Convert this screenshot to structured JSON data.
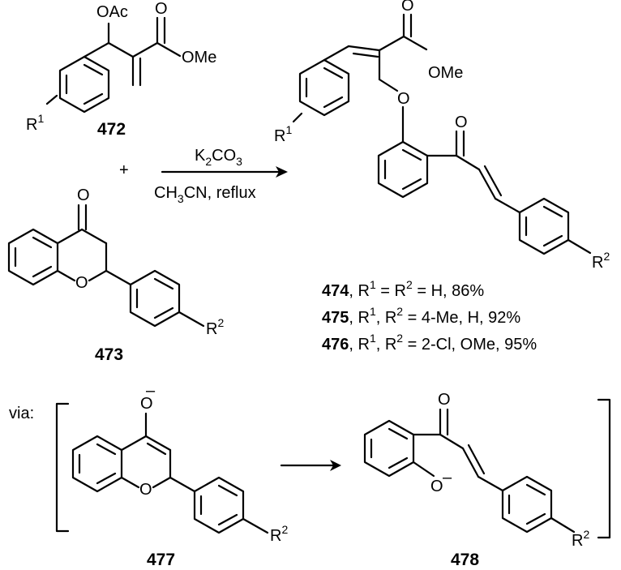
{
  "reagents": {
    "base": "K2CO3",
    "conditions": "CH3CN, reflux",
    "plus": "+"
  },
  "compounds": {
    "c472": {
      "id": "472",
      "groups": {
        "acetate": "OAc",
        "ester": "OMe",
        "carbonyl_o": "O",
        "r": "R",
        "r_sup": "1"
      }
    },
    "c473": {
      "id": "473",
      "groups": {
        "ketone_o": "O",
        "ring_o": "O",
        "r": "R",
        "r_sup": "2"
      }
    },
    "product": {
      "groups": {
        "ester_o": "O",
        "ester": "OMe",
        "ether_o": "O",
        "ketone_o": "O",
        "r1": "R",
        "r1_sup": "1",
        "r2": "R",
        "r2_sup": "2"
      }
    },
    "c477": {
      "id": "477",
      "groups": {
        "enolate_o": "O",
        "charge": "–",
        "ring_o": "O",
        "r": "R",
        "r_sup": "2"
      }
    },
    "c478": {
      "id": "478",
      "groups": {
        "ketone_o": "O",
        "phenoxide_o": "O",
        "charge": "–",
        "r": "R",
        "r_sup": "2"
      }
    }
  },
  "results": [
    {
      "id": "474",
      "text": ", R1 = R2 = H, 86%"
    },
    {
      "id": "475",
      "text": ", R1, R2 = 4-Me, H, 92%"
    },
    {
      "id": "476",
      "text": ", R1, R2 = 2-Cl, OMe, 95%"
    }
  ],
  "via_label": "via:"
}
